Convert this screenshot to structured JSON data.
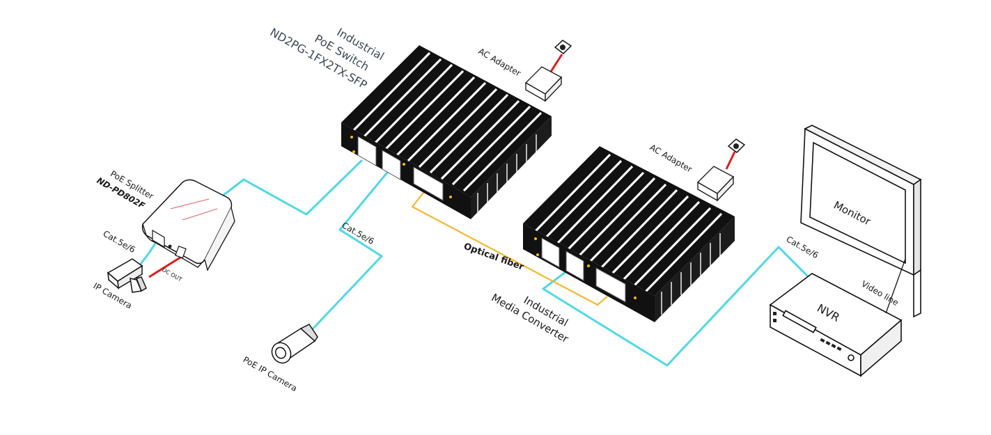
{
  "colors": {
    "ethernet": "#4fd8e6",
    "fiber": "#f2b92e",
    "power": "#e01b1b",
    "device": "#111111",
    "label_title": "#3c4a55"
  },
  "switch_label": {
    "line1": "Industrial",
    "line2": "PoE Switch",
    "line3": "ND2PG-1FX2TX-SFP"
  },
  "ac_adapter_1": "AC Adapter",
  "ac_adapter_2": "AC Adapter",
  "poe_splitter": {
    "line1": "PoE Splitter",
    "line2": "ND-PD802F"
  },
  "cable_splitter": "Cat.5e/6",
  "cable_center": "Cat.5e/6",
  "cable_nvr": "Cat.5e/6",
  "dc_out": "DC OUT",
  "ip_camera": "IP Camera",
  "poe_ip_camera": "PoE IP Camera",
  "optical_fiber": "Optical fiber",
  "media_converter": {
    "line1": "Industrial",
    "line2": "Media Converter"
  },
  "monitor": "Monitor",
  "nvr": "NVR",
  "video_line": "Video line"
}
